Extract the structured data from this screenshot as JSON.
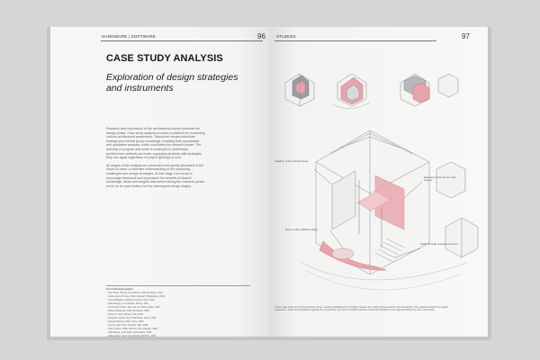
{
  "left_page": {
    "running_head": "HARDWARE | SOFTWARE",
    "page_number": "96",
    "title": "CASE STUDY ANALYSIS",
    "subtitle": "Exploration of design strategies and instruments",
    "body": [
      "Research and exploration of the architectural context precede the design phase. Case study analysis provides a platform for examining various architectural parameters. Teamwork merges individual findings and interest group knowledge, enabling both quantitative and qualitative analysis, which concludes the research phase. The diversity of program and scale is employed to understand architectural methods and tools, equipping students with strategies they can apply regardless of project typology or size.",
      "All stages of the analysis are presented and openly discussed in the studio to foster a collective understanding of the reasoning, challenges and design strategies. At this stage it is crucial to encourage teamwork and emphasize the benefits of shared knowledge, ideas and insights discovered during the research phase serve as an open toolbox for the subsequent design stages."
    ],
    "references_title": "List of reference projects",
    "references": [
      "Vitra Haus, Herzog & de Meuron, Weil am Rhein, 2010",
      "Vanna Venturi House, Robert Venturi, Philadelphia, 1964",
      "Casa Malaparte, Adalberto Libera, Capri, 1943",
      "Villa Savoye, Le Corbusier, Poissy, 1931",
      "Farnsworth House, Mies van der Rohe, Plano, 1951",
      "Maison Bordeaux, OMA, Bordeaux, 1998",
      "House N, Sou Fujimoto, Oita, 2008",
      "Moriyama House, Ryue Nishizawa, Tokyo, 2005",
      "Casa da Musica, OMA, Porto, 2005",
      "Therme Vals, Peter Zumthor, Vals, 1996",
      "Glass House, Philip Johnson, New Canaan, 1949",
      "Villa Mairea, Alvar Aalto, Noormarkku, 1939",
      "Fallingwater, Frank Lloyd Wright, Mill Run, 1939",
      "Kunsthal, OMA, Rotterdam, 1992"
    ]
  },
  "right_page": {
    "running_head": "STUDIOS",
    "page_number": "97",
    "callouts": [
      "Adaption of the existing house",
      "Extension of the former main volume",
      "Route of the exhibition above",
      "Studio through underground level"
    ],
    "caption": "In their case study of the Vanna Venturi House, students highlighted the interplay between the existing house and the new intervention. The analysis reveals how spatial sequences, routes and thresholds organise the composition, and how the added volumes extend the character of the original architecture into a new whole.",
    "accent_color": "#e8a4ad"
  }
}
